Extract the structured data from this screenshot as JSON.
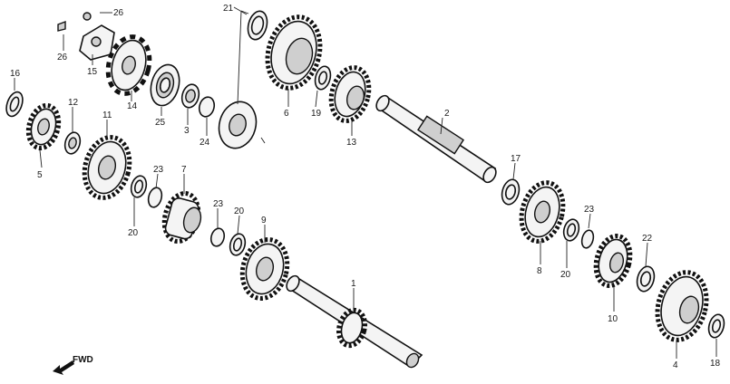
{
  "diagram": {
    "labels": {
      "p1": "1",
      "p2": "2",
      "p3": "3",
      "p4": "4",
      "p5": "5",
      "p6": "6",
      "p7": "7",
      "p8": "8",
      "p9": "9",
      "p10": "10",
      "p11": "11",
      "p12": "12",
      "p13": "13",
      "p14": "14",
      "p15": "15",
      "p16": "16",
      "p17": "17",
      "p18": "18",
      "p19": "19",
      "p20a": "20",
      "p20b": "20",
      "p20c": "20",
      "p21": "21",
      "p22": "22",
      "p23a": "23",
      "p23b": "23",
      "p23c": "23",
      "p24": "24",
      "p25": "25",
      "p26": "26",
      "p26b": "26"
    },
    "fwd_label": "FWD"
  }
}
